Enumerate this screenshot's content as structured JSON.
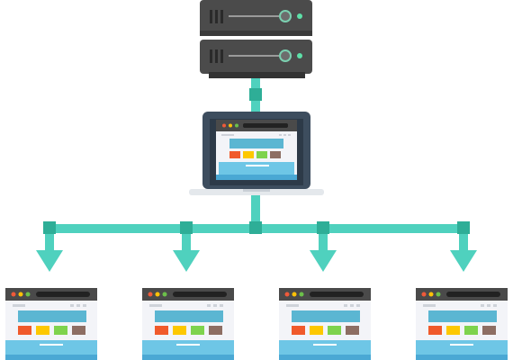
{
  "diagram": {
    "description_nodes": {
      "server": {
        "units": 2
      },
      "laptop": {
        "screen": "website"
      },
      "clients": {
        "count": 4,
        "screen": "website"
      }
    }
  },
  "colors": {
    "connector": "#4fd1be",
    "connector_joint": "#2eae97",
    "server_body": "#4b4b4b",
    "server_face": "#5b5b5b",
    "server_led_green": "#5de0a8",
    "laptop_frame": "#3d4d5e",
    "laptop_base": "#e4e8ec",
    "browser_bar": "#4a4a4a",
    "browser_bg": "#f3f4f8",
    "site_banner": "#5bb6d2",
    "site_footer": "#4aa8d4",
    "block_red": "#f05a2b",
    "block_yellow": "#fdc800",
    "block_green": "#7ed34d",
    "block_brown": "#8d6e63",
    "dot_red": "#ef5a3a",
    "dot_yellow": "#ffc107",
    "dot_green": "#6cc04a"
  },
  "icons": [
    "server-icon",
    "laptop-icon",
    "browser-window-icon",
    "arrow-down-icon"
  ]
}
